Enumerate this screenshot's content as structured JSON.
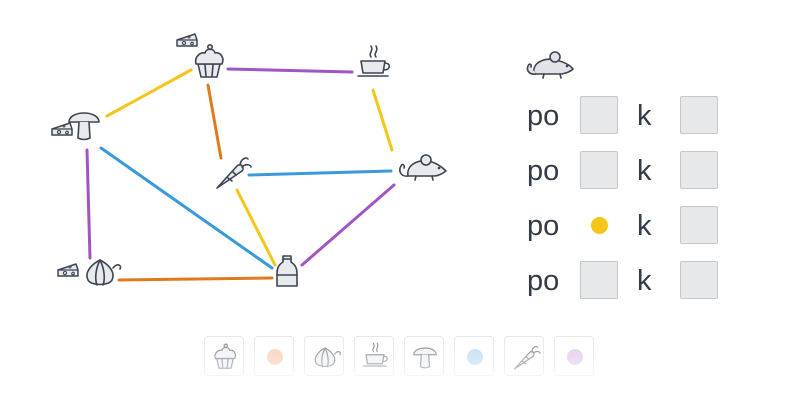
{
  "puzzle": {
    "colors": {
      "yellow": "#f5c518",
      "orange": "#e07b1d",
      "blue": "#3a9ad9",
      "purple": "#a155c2",
      "icon_stroke": "#3d4553"
    },
    "nodes": [
      {
        "id": "cupcake",
        "icon": "cupcake-icon",
        "has_cheese": true
      },
      {
        "id": "coffee",
        "icon": "coffee-cup-icon",
        "has_cheese": false
      },
      {
        "id": "mushroom",
        "icon": "mushroom-icon",
        "has_cheese": true
      },
      {
        "id": "carrot",
        "icon": "carrot-icon",
        "has_cheese": false
      },
      {
        "id": "mouse",
        "icon": "mouse-icon",
        "has_cheese": false
      },
      {
        "id": "garlic",
        "icon": "garlic-icon",
        "has_cheese": true
      },
      {
        "id": "milk",
        "icon": "milk-bottle-icon",
        "has_cheese": false
      }
    ],
    "edges": [
      {
        "from": "mushroom",
        "to": "cupcake",
        "color": "yellow"
      },
      {
        "from": "cupcake",
        "to": "coffee",
        "color": "purple"
      },
      {
        "from": "cupcake",
        "to": "carrot",
        "color": "orange"
      },
      {
        "from": "coffee",
        "to": "mouse",
        "color": "yellow"
      },
      {
        "from": "carrot",
        "to": "mouse",
        "color": "blue"
      },
      {
        "from": "mushroom",
        "to": "milk",
        "color": "blue"
      },
      {
        "from": "mushroom",
        "to": "garlic",
        "color": "purple"
      },
      {
        "from": "carrot",
        "to": "milk",
        "color": "yellow"
      },
      {
        "from": "mouse",
        "to": "milk",
        "color": "purple"
      },
      {
        "from": "garlic",
        "to": "milk",
        "color": "orange"
      }
    ]
  },
  "answer_panel": {
    "start_icon": "mouse-icon",
    "rows": [
      {
        "word1": "po",
        "word2": "k",
        "slot1": "empty",
        "slot2": "empty"
      },
      {
        "word1": "po",
        "word2": "k",
        "slot1": "empty",
        "slot2": "empty"
      },
      {
        "word1": "po",
        "word2": "k",
        "slot1": "yellow",
        "slot2": "empty"
      },
      {
        "word1": "po",
        "word2": "k",
        "slot1": "empty",
        "slot2": "empty"
      }
    ]
  },
  "tray": {
    "items": [
      {
        "kind": "icon",
        "icon": "cupcake-icon"
      },
      {
        "kind": "dot",
        "color": "#f6b48c"
      },
      {
        "kind": "icon",
        "icon": "garlic-icon"
      },
      {
        "kind": "icon",
        "icon": "coffee-cup-icon"
      },
      {
        "kind": "icon",
        "icon": "mushroom-icon"
      },
      {
        "kind": "dot",
        "color": "#9ec8f0"
      },
      {
        "kind": "icon",
        "icon": "carrot-icon"
      },
      {
        "kind": "dot",
        "color": "#d4aee6"
      }
    ]
  }
}
